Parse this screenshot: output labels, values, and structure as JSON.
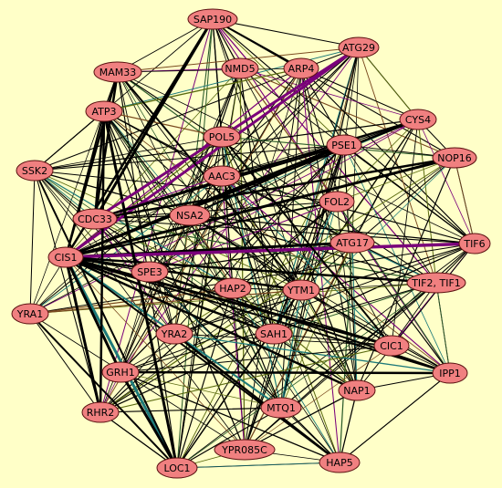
{
  "network": {
    "background": "#ffffc8",
    "node_fill": "#f08080",
    "node_stroke": "#5a1010",
    "edge_colors": [
      "#000000",
      "#7a007a",
      "#1e7a7a",
      "#5a6a10",
      "#7a4a20",
      "#2a5a2a"
    ],
    "nodes": [
      {
        "id": "sap190",
        "label": "SAP190"
      },
      {
        "id": "atg29",
        "label": "ATG29"
      },
      {
        "id": "mam33",
        "label": "MAM33"
      },
      {
        "id": "nmd5",
        "label": "NMD5"
      },
      {
        "id": "arp4",
        "label": "ARP4"
      },
      {
        "id": "atp3",
        "label": "ATP3"
      },
      {
        "id": "cys4",
        "label": "CYS4"
      },
      {
        "id": "pol5",
        "label": "POL5"
      },
      {
        "id": "pse1",
        "label": "PSE1"
      },
      {
        "id": "nop16",
        "label": "NOP16"
      },
      {
        "id": "ssk2",
        "label": "SSK2"
      },
      {
        "id": "aac3",
        "label": "AAC3"
      },
      {
        "id": "fol2",
        "label": "FOL2"
      },
      {
        "id": "cdc33",
        "label": "CDC33"
      },
      {
        "id": "nsa2",
        "label": "NSA2"
      },
      {
        "id": "atg17",
        "label": "ATG17"
      },
      {
        "id": "tif6",
        "label": "TIF6"
      },
      {
        "id": "cis1",
        "label": "CIS1"
      },
      {
        "id": "spe3",
        "label": "SPE3"
      },
      {
        "id": "tif2",
        "label": "TIF2, TIF1"
      },
      {
        "id": "hap2",
        "label": "HAP2"
      },
      {
        "id": "ytm1",
        "label": "YTM1"
      },
      {
        "id": "yra1",
        "label": "YRA1"
      },
      {
        "id": "sah1",
        "label": "SAH1"
      },
      {
        "id": "yra2",
        "label": "YRA2"
      },
      {
        "id": "cic1",
        "label": "CIC1"
      },
      {
        "id": "grh1",
        "label": "GRH1"
      },
      {
        "id": "ipp1",
        "label": "IPP1"
      },
      {
        "id": "nap1",
        "label": "NAP1"
      },
      {
        "id": "rhr2",
        "label": "RHR2"
      },
      {
        "id": "mtq1",
        "label": "MTQ1"
      },
      {
        "id": "ypr085c",
        "label": "YPR085C"
      },
      {
        "id": "hap5",
        "label": "HAP5"
      },
      {
        "id": "loc1",
        "label": "LOC1"
      }
    ]
  }
}
